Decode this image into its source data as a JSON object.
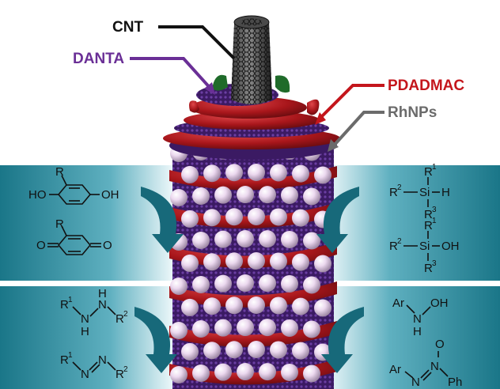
{
  "labels": {
    "cnt": "CNT",
    "danta": "DANTA",
    "pdadmac": "PDADMAC",
    "rhnps": "RhNPs"
  },
  "colors": {
    "cnt_label": "#111111",
    "danta_label": "#6a2f96",
    "pdadmac_label": "#c4161c",
    "rhnps_label": "#6b6b6b",
    "panel_dark": "#1c7d8f",
    "panel_light": "#ffffff",
    "particle": "#e9d7ec",
    "polymer": "#9e1418",
    "danta": "#4a2275",
    "tube": "#2a2a2a",
    "arrow": "#17697a"
  },
  "reactions": {
    "r1_sub": "R",
    "r1_ho": "HO",
    "r1_oh": "OH",
    "r1_prod_o1": "O",
    "r1_prod_o2": "O",
    "r2_r1": "R",
    "r2_r1sup": "1",
    "r2_r2": "R",
    "r2_r2sup": "2",
    "r2_r3": "R",
    "r2_r3sup": "3",
    "r2_si": "Si",
    "r2_h": "H",
    "r2_oh": "OH",
    "r3_n": "N",
    "r3_h": "H",
    "r4_ar": "Ar",
    "r4_oh": "OH",
    "r4_o": "O",
    "r4_ph": "Ph"
  }
}
